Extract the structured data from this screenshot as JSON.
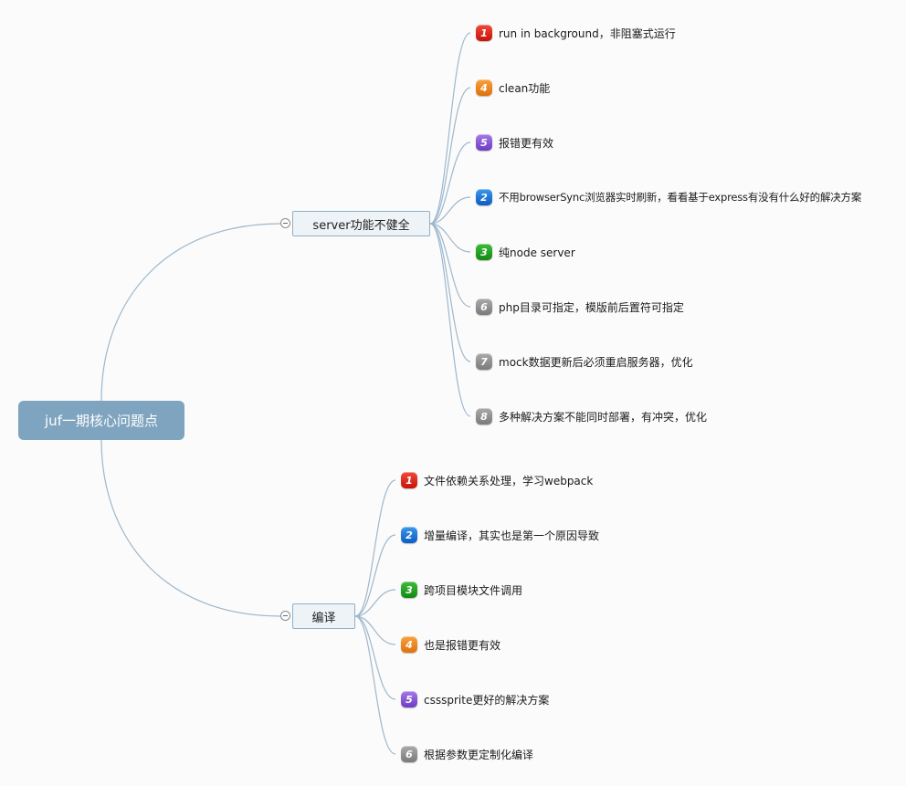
{
  "root": {
    "title": "juf一期核心问题点"
  },
  "branches": [
    {
      "label": "server功能不健全",
      "items": [
        {
          "priority": "1",
          "text": "run in background，非阻塞式运行"
        },
        {
          "priority": "4",
          "text": "clean功能"
        },
        {
          "priority": "5",
          "text": "报错更有效"
        },
        {
          "priority": "2",
          "text": "不用browserSync浏览器实时刷新，看看基于express有没有什么好的解决方案"
        },
        {
          "priority": "3",
          "text": "纯node server"
        },
        {
          "priority": "6",
          "text": "php目录可指定，模版前后置符可指定"
        },
        {
          "priority": "7",
          "text": "mock数据更新后必须重启服务器，优化"
        },
        {
          "priority": "8",
          "text": "多种解决方案不能同时部署，有冲突，优化"
        }
      ]
    },
    {
      "label": "编译",
      "items": [
        {
          "priority": "1",
          "text": "文件依赖关系处理，学习webpack"
        },
        {
          "priority": "2",
          "text": "增量编译，其实也是第一个原因导致"
        },
        {
          "priority": "3",
          "text": "跨项目模块文件调用"
        },
        {
          "priority": "4",
          "text": "也是报错更有效"
        },
        {
          "priority": "5",
          "text": "csssprite更好的解决方案"
        },
        {
          "priority": "6",
          "text": "根据参数更定制化编译"
        }
      ]
    }
  ],
  "colors": {
    "root_bg": "#7fa4bf",
    "connector": "#9db7cc",
    "priority_1": "#d8231a",
    "priority_2": "#1a70d6",
    "priority_3": "#20a01c",
    "priority_4": "#ee8a20",
    "priority_5": "#8a55d8",
    "priority_6": "#8f8f8f",
    "priority_7": "#8f8f8f",
    "priority_8": "#8f8f8f"
  }
}
